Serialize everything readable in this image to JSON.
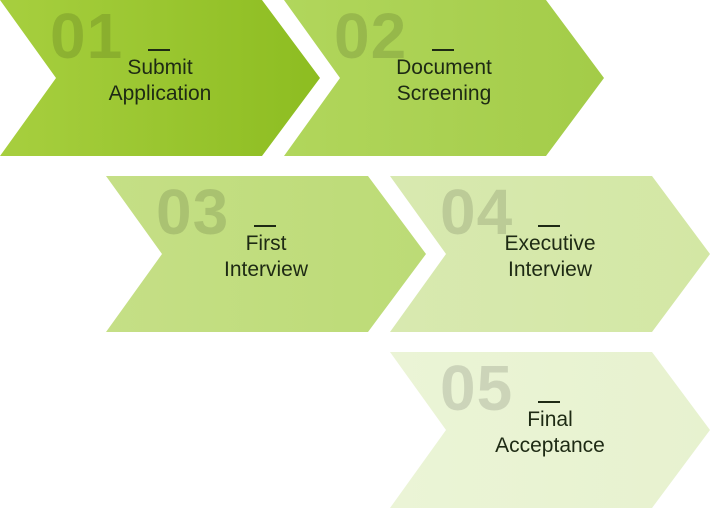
{
  "steps": [
    {
      "number": "01",
      "line1": "Submit",
      "line2": "Application",
      "color_from": "#a7cf3f",
      "color_to": "#8dbd21"
    },
    {
      "number": "02",
      "line1": "Document",
      "line2": "Screening",
      "color_from": "#b1d65c",
      "color_to": "#a3cc48"
    },
    {
      "number": "03",
      "line1": "First",
      "line2": "Interview",
      "color_from": "#c5df86",
      "color_to": "#bcdb76"
    },
    {
      "number": "04",
      "line1": "Executive",
      "line2": "Interview",
      "color_from": "#d8e9b0",
      "color_to": "#d3e7a4"
    },
    {
      "number": "05",
      "line1": "Final",
      "line2": "Acceptance",
      "color_from": "#ebf4d6",
      "color_to": "#e7f2cf"
    }
  ]
}
